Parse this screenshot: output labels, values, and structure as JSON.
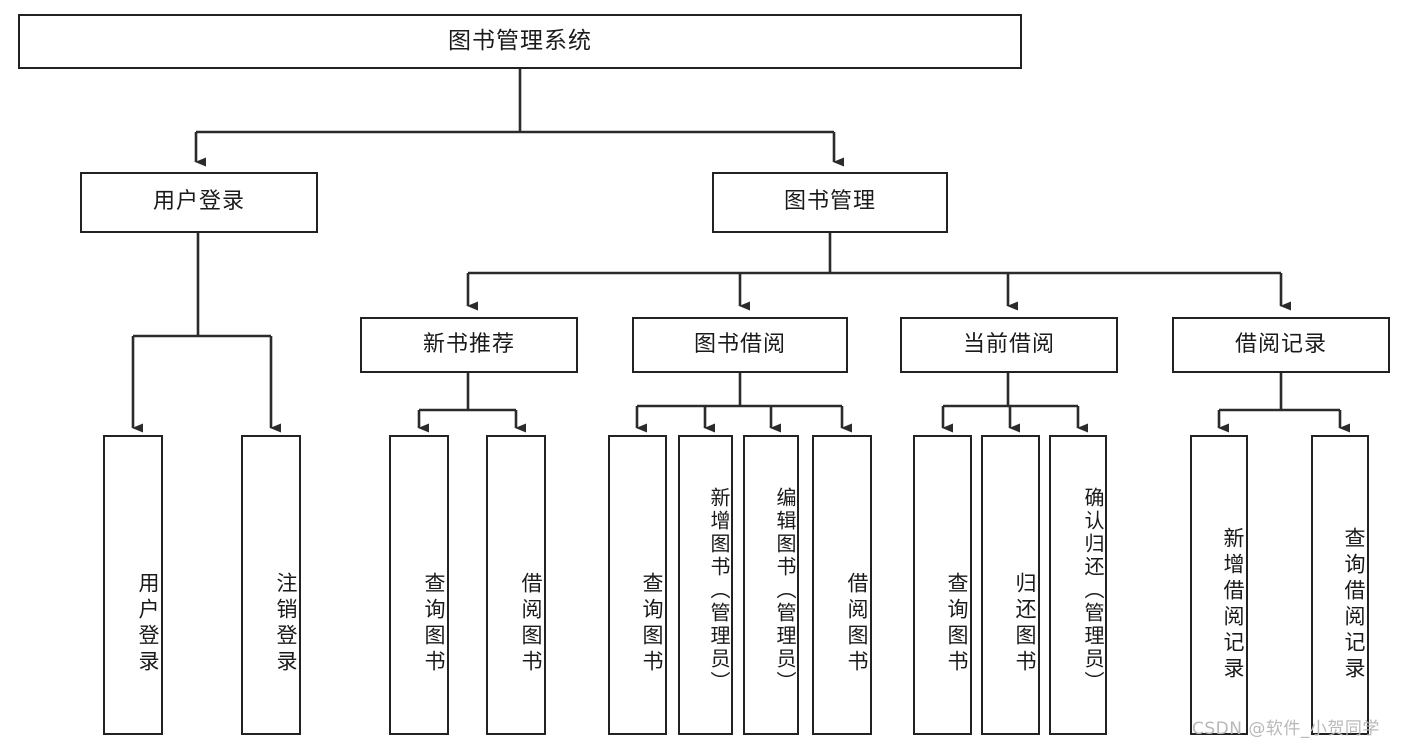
{
  "diagram": {
    "title": "图书管理系统",
    "type": "tree-hierarchy",
    "watermark": "CSDN @软件_小贺同学",
    "colors": {
      "stroke": "#222222",
      "fill": "#ffffff",
      "text": "#1a1a1a",
      "watermark": "#b9b9b9"
    },
    "nodes": {
      "root": {
        "label": "图书管理系统",
        "level": 1
      },
      "user_login": {
        "label": "用户登录",
        "level": 2
      },
      "book_manage": {
        "label": "图书管理",
        "level": 2
      },
      "new_book_rec": {
        "label": "新书推荐",
        "level": 3
      },
      "book_borrow": {
        "label": "图书借阅",
        "level": 3
      },
      "current_borrow": {
        "label": "当前借阅",
        "level": 3
      },
      "borrow_record": {
        "label": "借阅记录",
        "level": 3
      },
      "leaf_user_login": {
        "label": "用户登录",
        "level": 4
      },
      "leaf_logout": {
        "label": "注销登录",
        "level": 4
      },
      "leaf_query_book_1": {
        "label": "查询图书",
        "level": 4
      },
      "leaf_borrow_book_1": {
        "label": "借阅图书",
        "level": 4
      },
      "leaf_query_book_2": {
        "label": "查询图书",
        "level": 4
      },
      "leaf_add_book": {
        "label": "新增图书（管理员）",
        "level": 4
      },
      "leaf_edit_book": {
        "label": "编辑图书（管理员）",
        "level": 4
      },
      "leaf_borrow_book_2": {
        "label": "借阅图书",
        "level": 4
      },
      "leaf_query_book_3": {
        "label": "查询图书",
        "level": 4
      },
      "leaf_return_book": {
        "label": "归还图书",
        "level": 4
      },
      "leaf_confirm_return": {
        "label": "确认归还（管理员）",
        "level": 4
      },
      "leaf_add_record": {
        "label": "新增借阅记录",
        "level": 4
      },
      "leaf_query_record": {
        "label": "查询借阅记录",
        "level": 4
      }
    },
    "edges": [
      {
        "from": "root",
        "to": "user_login"
      },
      {
        "from": "root",
        "to": "book_manage"
      },
      {
        "from": "book_manage",
        "to": "new_book_rec"
      },
      {
        "from": "book_manage",
        "to": "book_borrow"
      },
      {
        "from": "book_manage",
        "to": "current_borrow"
      },
      {
        "from": "book_manage",
        "to": "borrow_record"
      },
      {
        "from": "user_login",
        "to": "leaf_user_login"
      },
      {
        "from": "user_login",
        "to": "leaf_logout"
      },
      {
        "from": "new_book_rec",
        "to": "leaf_query_book_1"
      },
      {
        "from": "new_book_rec",
        "to": "leaf_borrow_book_1"
      },
      {
        "from": "book_borrow",
        "to": "leaf_query_book_2"
      },
      {
        "from": "book_borrow",
        "to": "leaf_add_book"
      },
      {
        "from": "book_borrow",
        "to": "leaf_edit_book"
      },
      {
        "from": "book_borrow",
        "to": "leaf_borrow_book_2"
      },
      {
        "from": "current_borrow",
        "to": "leaf_query_book_3"
      },
      {
        "from": "current_borrow",
        "to": "leaf_return_book"
      },
      {
        "from": "current_borrow",
        "to": "leaf_confirm_return"
      },
      {
        "from": "borrow_record",
        "to": "leaf_add_record"
      },
      {
        "from": "borrow_record",
        "to": "leaf_query_record"
      }
    ]
  }
}
